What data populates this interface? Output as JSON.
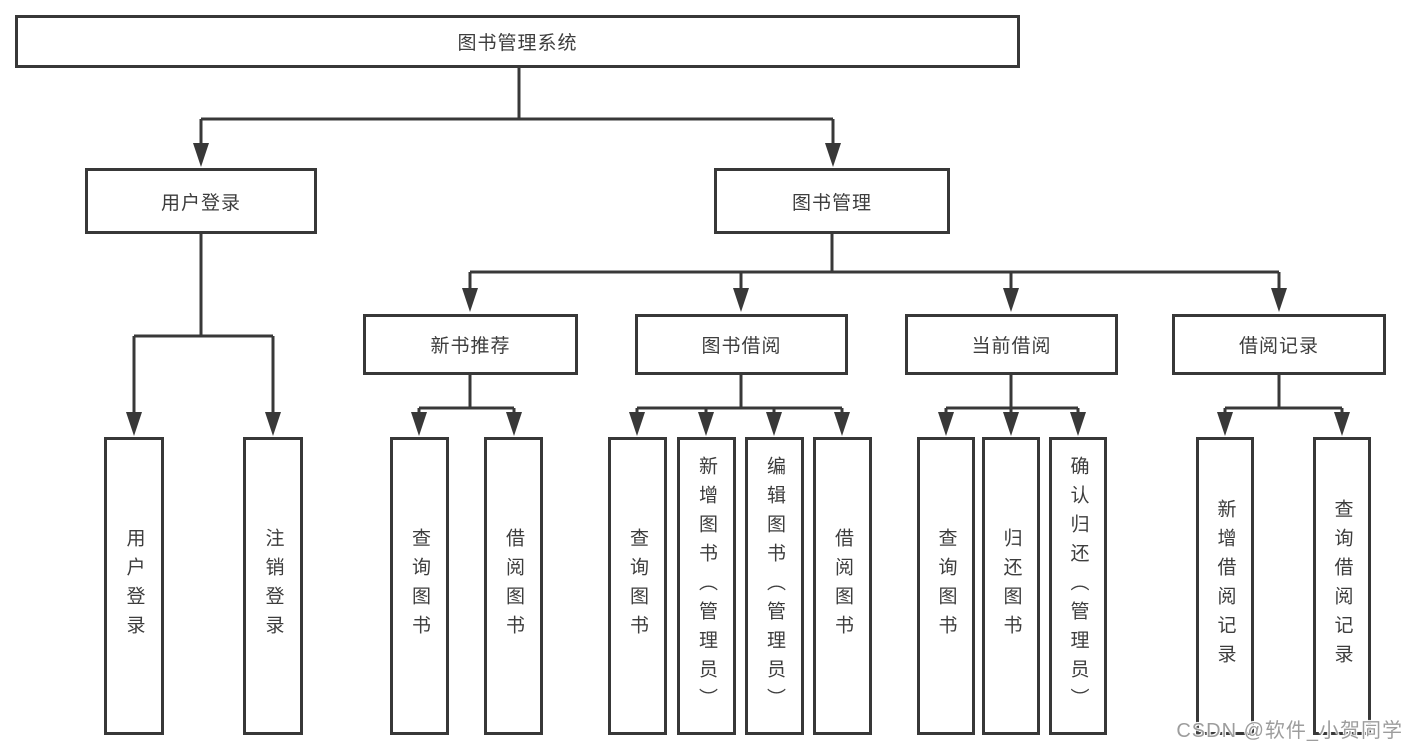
{
  "colors": {
    "line": "#383838",
    "box_border": "#383838",
    "box_fill": "#ffffff",
    "text": "#3d3d3d",
    "background": "#ffffff",
    "watermark": "#9d9d9d"
  },
  "tree": {
    "root": {
      "label": "图书管理系统"
    },
    "user_login": {
      "label": "用户登录",
      "leaves": [
        {
          "label": "用户登录"
        },
        {
          "label": "注销登录"
        }
      ]
    },
    "book_mgmt": {
      "label": "图书管理",
      "children": [
        {
          "label": "新书推荐",
          "leaves": [
            {
              "label": "查询图书"
            },
            {
              "label": "借阅图书"
            }
          ]
        },
        {
          "label": "图书借阅",
          "leaves": [
            {
              "label": "查询图书"
            },
            {
              "label": "新增图书（管理员）"
            },
            {
              "label": "编辑图书（管理员）"
            },
            {
              "label": "借阅图书"
            }
          ]
        },
        {
          "label": "当前借阅",
          "leaves": [
            {
              "label": "查询图书"
            },
            {
              "label": "归还图书"
            },
            {
              "label": "确认归还（管理员）"
            }
          ]
        },
        {
          "label": "借阅记录",
          "leaves": [
            {
              "label": "新增借阅记录"
            },
            {
              "label": "查询借阅记录"
            }
          ]
        }
      ]
    }
  },
  "watermark": {
    "text": "CSDN @软件_小贺同学"
  }
}
